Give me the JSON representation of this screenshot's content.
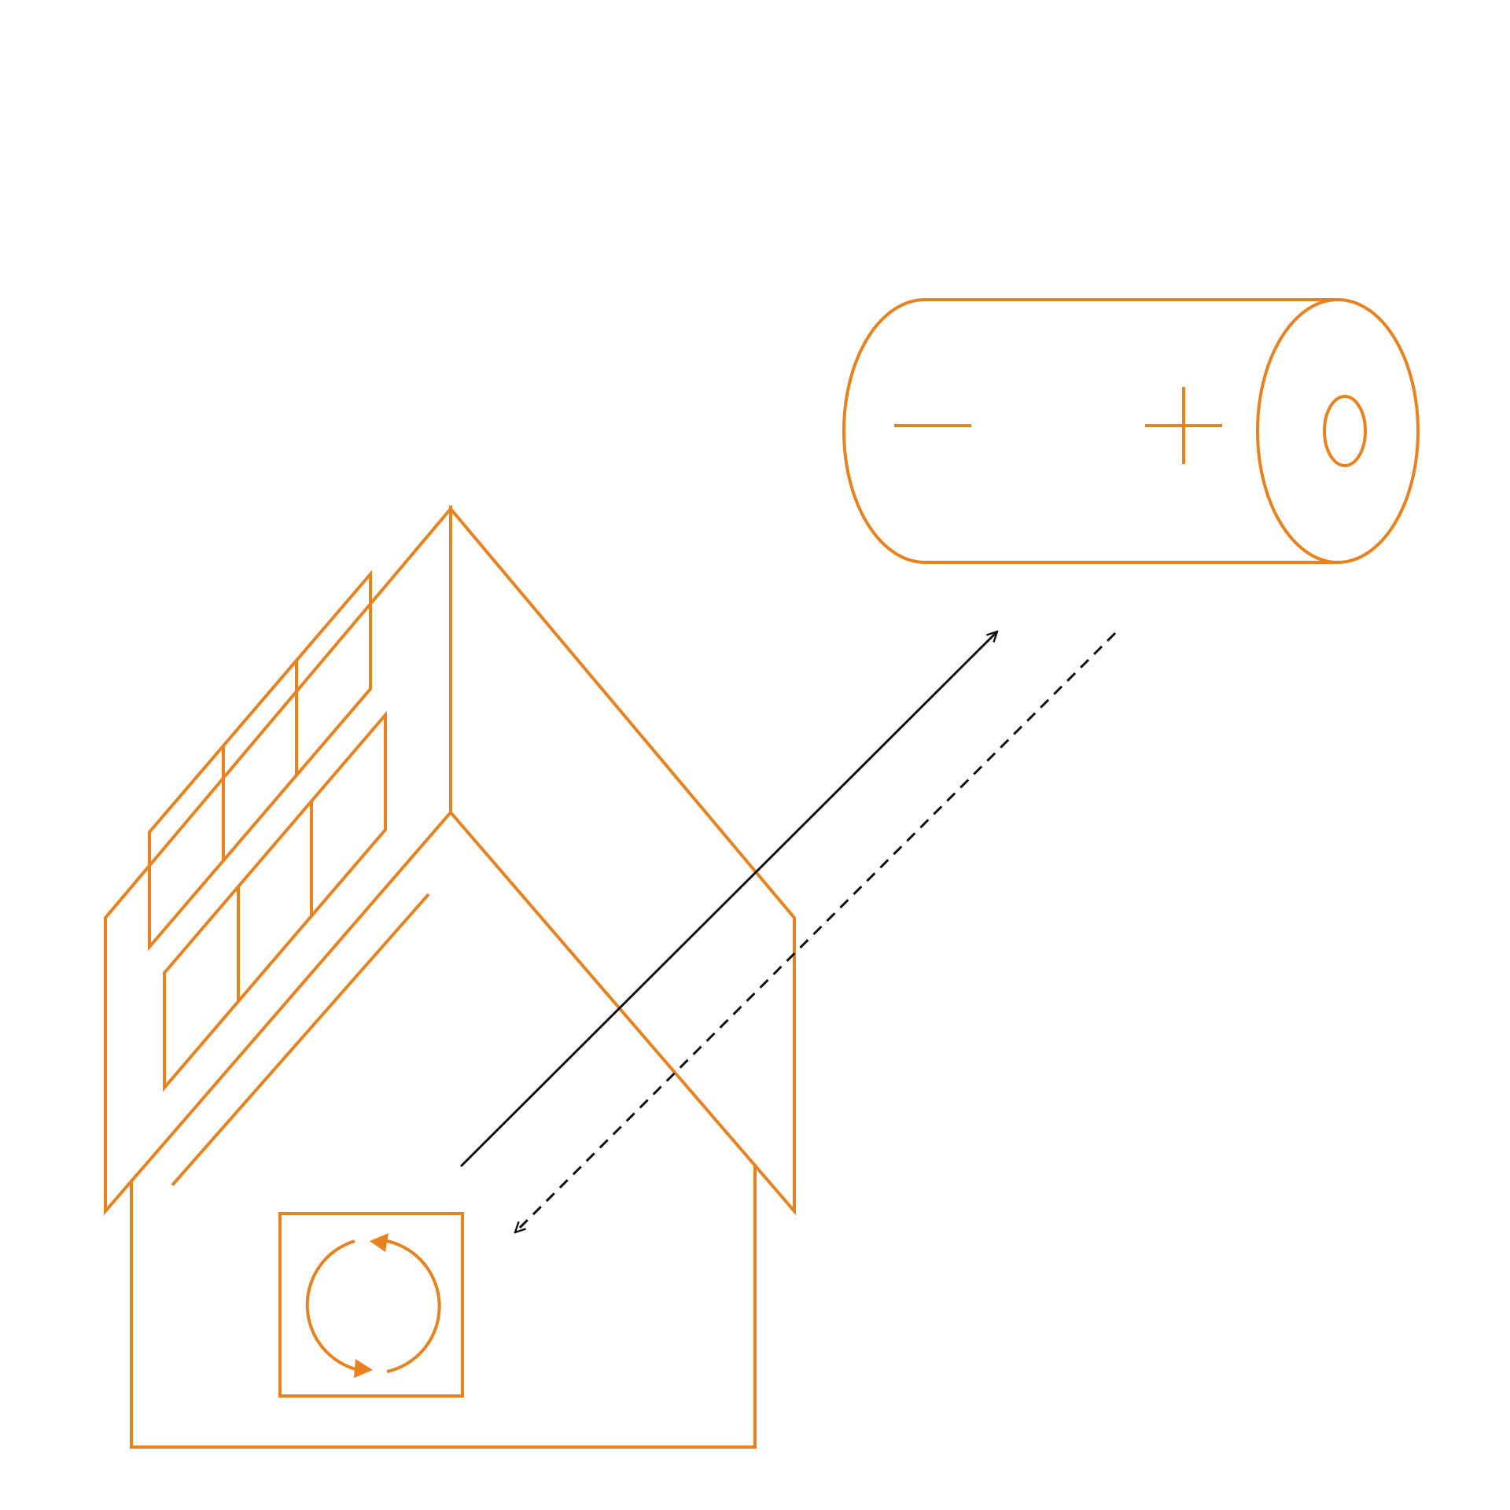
{
  "colors": {
    "accent": "#E8821E",
    "flow": "#111111",
    "background": "#FFFFFF"
  },
  "icons": {
    "house": "house-icon",
    "solar_panels": "solar-panel-icon",
    "heat_pump": "heat-pump-cycle-icon",
    "battery": "battery-icon",
    "charge_flow": "arrow-up-right-icon",
    "discharge_flow": "dashed-arrow-down-left-icon"
  },
  "flows": {
    "charge": {
      "style": "solid",
      "direction": "house-to-battery"
    },
    "discharge": {
      "style": "dashed",
      "direction": "battery-to-house"
    }
  }
}
